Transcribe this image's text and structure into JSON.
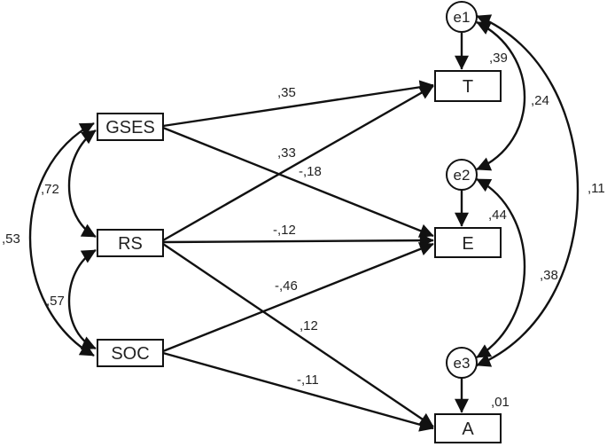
{
  "nodes": {
    "gses": "GSES",
    "rs": "RS",
    "soc": "SOC",
    "t": "T",
    "e": "E",
    "a": "A"
  },
  "errors": {
    "e1": "e1",
    "e2": "e2",
    "e3": "e3"
  },
  "paths": {
    "gses_t": ",35",
    "gses_e": "-,18",
    "rs_t": ",33",
    "rs_e": "-,12",
    "rs_a": ",12",
    "soc_e": "-,46",
    "soc_a": "-,11"
  },
  "correlations": {
    "gses_rs": ",72",
    "gses_soc": ",53",
    "rs_soc": ",57",
    "e1_e2": ",24",
    "e2_e3": ",38",
    "e1_e3": ",11"
  },
  "r_squared": {
    "t": ",39",
    "e": ",44",
    "a": ",01"
  },
  "colors": {
    "line": "#111111",
    "text": "#222222",
    "background": "#ffffff"
  }
}
